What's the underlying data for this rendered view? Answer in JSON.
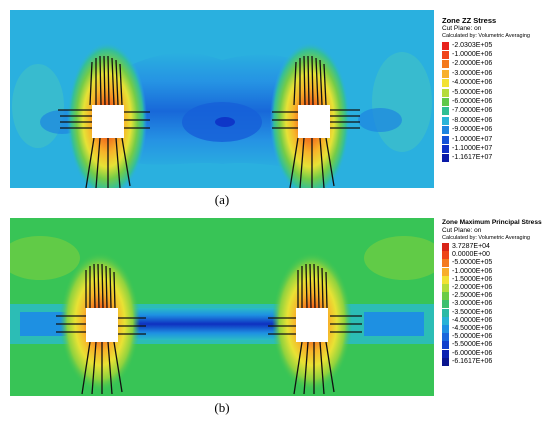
{
  "panels": [
    {
      "caption": "(a)",
      "legend": {
        "title": "Zone ZZ Stress",
        "cut_plane": "Cut Plane: on",
        "calc_note": "Calculated by: Volumetric Averaging",
        "entries": [
          {
            "label": "-2.0303E+05",
            "color": "#e8231c"
          },
          {
            "label": "-1.0000E+06",
            "color": "#f0441a"
          },
          {
            "label": "-2.0000E+06",
            "color": "#f47a1e"
          },
          {
            "label": "-3.0000E+06",
            "color": "#f8b02a"
          },
          {
            "label": "-4.0000E+06",
            "color": "#f2e233"
          },
          {
            "label": "-5.0000E+06",
            "color": "#b6dc3a"
          },
          {
            "label": "-6.0000E+06",
            "color": "#5fc84a"
          },
          {
            "label": "-7.0000E+06",
            "color": "#2fbf94"
          },
          {
            "label": "-8.0000E+06",
            "color": "#29b4d8"
          },
          {
            "label": "-9.0000E+06",
            "color": "#1e85e0"
          },
          {
            "label": "-1.0000E+07",
            "color": "#1452d8"
          },
          {
            "label": "-1.1000E+07",
            "color": "#0e2fc7"
          },
          {
            "label": "-1.1617E+07",
            "color": "#0a1aa8"
          }
        ]
      },
      "colors": {
        "background": "#2ab0df",
        "mid_band": "#2a90e6",
        "deep": "#1660d8",
        "core": "#0e36c8",
        "outer": "#3ec0c8"
      }
    },
    {
      "caption": "(b)",
      "legend": {
        "title": "Zone Maximum Principal Stress",
        "cut_plane": "Cut Plane: on",
        "calc_note": "Calculated by: Volumetric Averaging",
        "entries": [
          {
            "label": "3.7287E+04",
            "color": "#d82418"
          },
          {
            "label": "0.0000E+00",
            "color": "#ee4418"
          },
          {
            "label": "-5.0000E+05",
            "color": "#f47a1e"
          },
          {
            "label": "-1.0000E+06",
            "color": "#f8ae2a"
          },
          {
            "label": "-1.5000E+06",
            "color": "#f2e233"
          },
          {
            "label": "-2.0000E+06",
            "color": "#b4dc3a"
          },
          {
            "label": "-2.5000E+06",
            "color": "#6ccc46"
          },
          {
            "label": "-3.0000E+06",
            "color": "#3cc070"
          },
          {
            "label": "-3.5000E+06",
            "color": "#2abaa6"
          },
          {
            "label": "-4.0000E+06",
            "color": "#27b2d6"
          },
          {
            "label": "-4.5000E+06",
            "color": "#1e90e2"
          },
          {
            "label": "-5.0000E+06",
            "color": "#1866dc"
          },
          {
            "label": "-5.5000E+06",
            "color": "#1040cc"
          },
          {
            "label": "-6.0000E+06",
            "color": "#0c22b2"
          },
          {
            "label": "-6.1617E+06",
            "color": "#0a168f"
          }
        ]
      },
      "colors": {
        "background": "#38c456",
        "band_edge": "#2abcc6",
        "band": "#1a70dc",
        "band_core": "#0e30c0",
        "outer": "#84d23c"
      }
    }
  ]
}
